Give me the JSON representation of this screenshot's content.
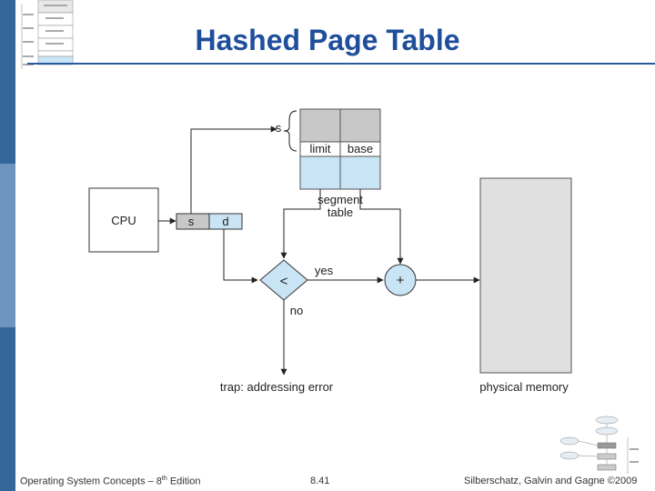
{
  "slide": {
    "title": "Hashed Page Table"
  },
  "diagram": {
    "cpu_label": "CPU",
    "address_s": "s",
    "address_d": "d",
    "segment_s": "s",
    "col_limit": "limit",
    "col_base": "base",
    "segment_table_line1": "segment",
    "segment_table_line2": "table",
    "compare_symbol": "<",
    "add_symbol": "+",
    "yes_label": "yes",
    "no_label": "no",
    "trap_label": "trap: addressing error",
    "memory_label": "physical memory"
  },
  "footer": {
    "left": "Operating System Concepts – 8",
    "left_sup": "th",
    "left_end": " Edition",
    "center": "8.41",
    "right": "Silberschatz, Galvin and Gagne ©2009"
  },
  "colors": {
    "title": "#1f4e9a",
    "sidebar": "#336699",
    "table_top": "#c8c8c8",
    "table_bottom": "#c9e4f5",
    "memory": "#e0e0e0"
  }
}
